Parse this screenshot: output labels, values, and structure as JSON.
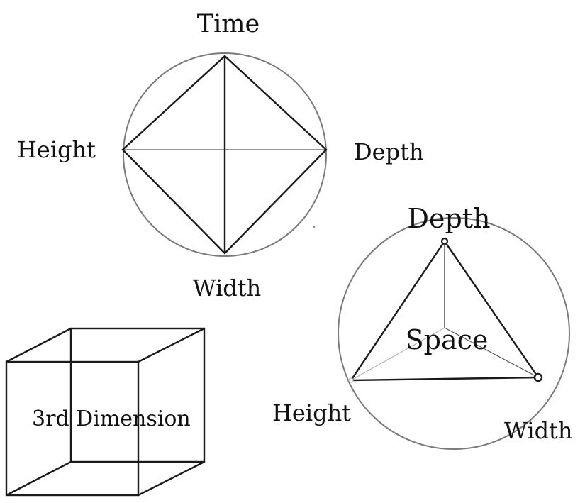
{
  "diagram_time": {
    "labels": {
      "top": "Time",
      "left": "Height",
      "right": "Depth",
      "bottom": "Width"
    }
  },
  "diagram_space": {
    "labels": {
      "top": "Depth",
      "center": "Space",
      "left": "Height",
      "right": "Width"
    }
  },
  "cube": {
    "label": "3rd Dimension"
  },
  "colors": {
    "line": "#1a1a1a",
    "circle": "#7a7a7a",
    "faint": "#b5b5b5",
    "text": "#111111"
  }
}
